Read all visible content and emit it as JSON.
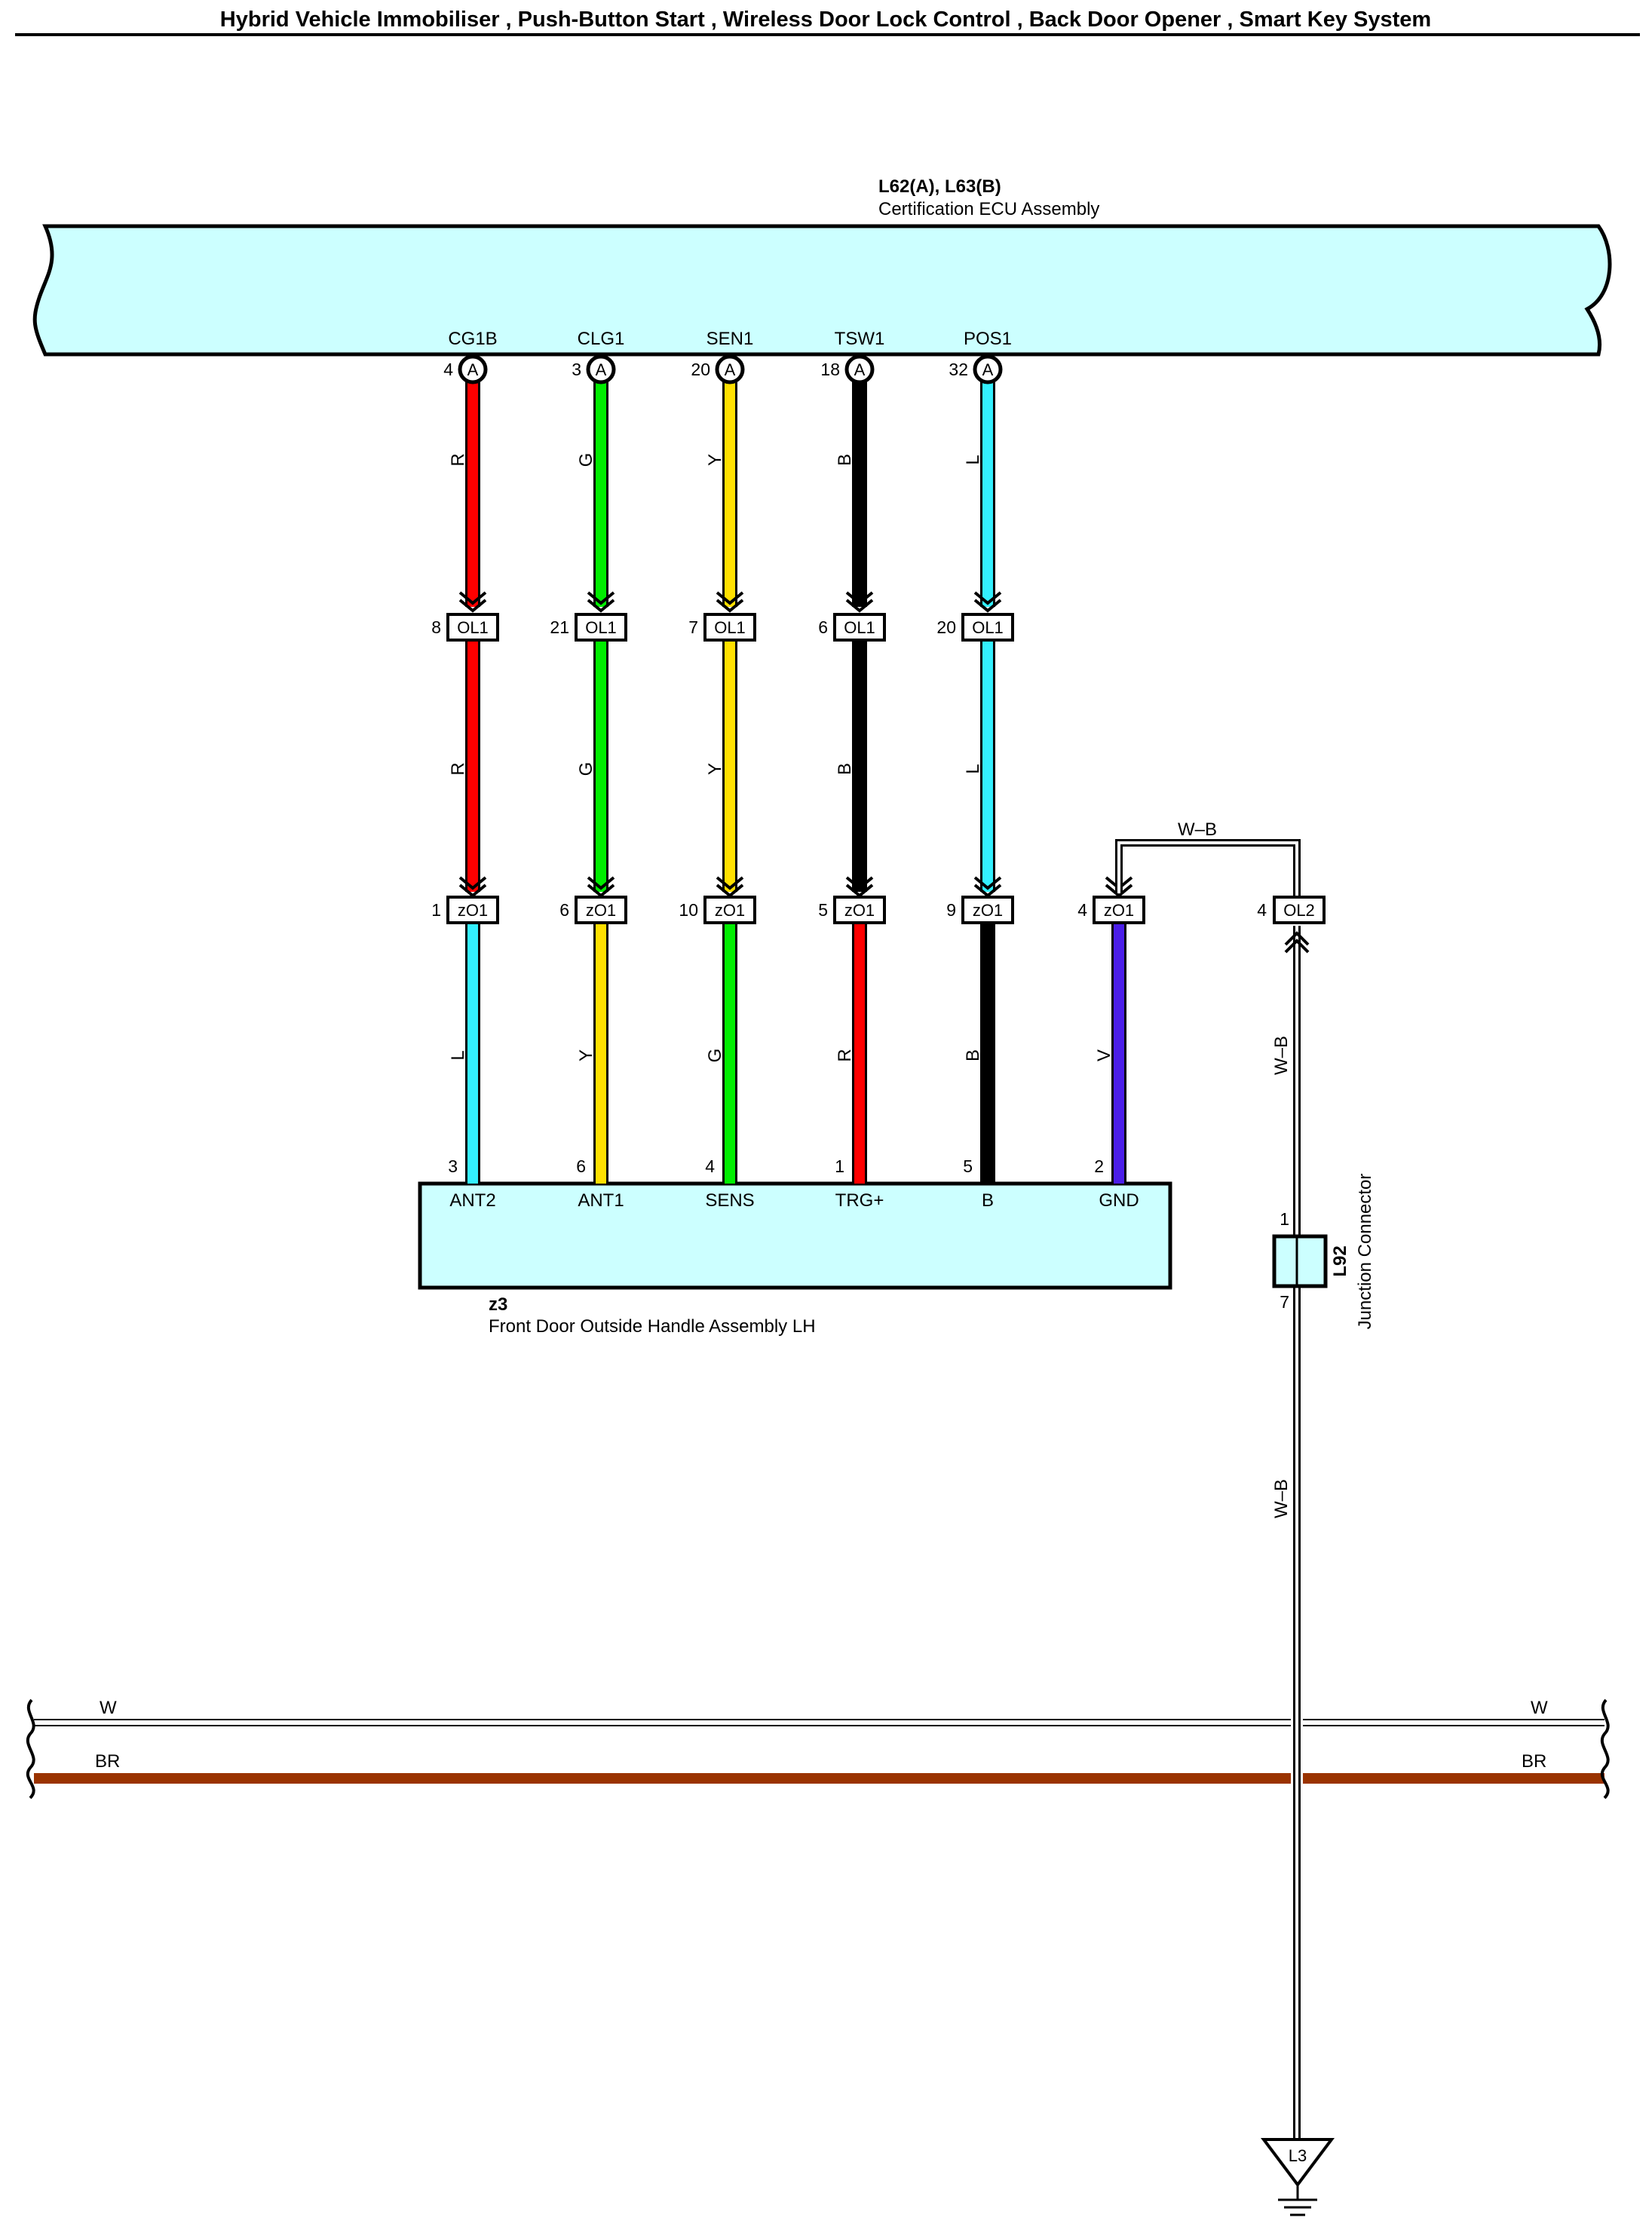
{
  "title": "Hybrid Vehicle Immobiliser , Push-Button Start , Wireless Door Lock Control , Back Door Opener , Smart Key System",
  "colors": {
    "R": "#ff0000",
    "G": "#00ee00",
    "Y": "#ffe000",
    "B": "#000000",
    "L": "#33f0ff",
    "V": "#4b1ee8",
    "BR": "#9a3300",
    "W": "#ffffff",
    "component_fill": "#ccffff"
  },
  "ecu": {
    "ref": "L62(A), L63(B)",
    "name": "Certification ECU Assembly"
  },
  "handle": {
    "ref": "z3",
    "name": "Front Door Outside Handle Assembly LH"
  },
  "junction": {
    "ref": "L92",
    "name": "Junction Connector",
    "pin_top": "1",
    "pin_bottom": "7"
  },
  "ground": {
    "label": "L3"
  },
  "circuits": [
    {
      "ecu_terminal": "CG1B",
      "ecu_pin": "4",
      "ecu_conn": "A",
      "upper_color": "R",
      "mid_pin": "8",
      "mid_conn": "OL1",
      "middle_color": "R",
      "low_pin": "1",
      "low_conn": "zO1",
      "lower_color": "L",
      "handle_pin": "3",
      "handle_terminal": "ANT2"
    },
    {
      "ecu_terminal": "CLG1",
      "ecu_pin": "3",
      "ecu_conn": "A",
      "upper_color": "G",
      "mid_pin": "21",
      "mid_conn": "OL1",
      "middle_color": "G",
      "low_pin": "6",
      "low_conn": "zO1",
      "lower_color": "Y",
      "handle_pin": "6",
      "handle_terminal": "ANT1"
    },
    {
      "ecu_terminal": "SEN1",
      "ecu_pin": "20",
      "ecu_conn": "A",
      "upper_color": "Y",
      "mid_pin": "7",
      "mid_conn": "OL1",
      "middle_color": "Y",
      "low_pin": "10",
      "low_conn": "zO1",
      "lower_color": "G",
      "handle_pin": "4",
      "handle_terminal": "SENS"
    },
    {
      "ecu_terminal": "TSW1",
      "ecu_pin": "18",
      "ecu_conn": "A",
      "upper_color": "B",
      "mid_pin": "6",
      "mid_conn": "OL1",
      "middle_color": "B",
      "low_pin": "5",
      "low_conn": "zO1",
      "lower_color": "R",
      "handle_pin": "1",
      "handle_terminal": "TRG+"
    },
    {
      "ecu_terminal": "POS1",
      "ecu_pin": "32",
      "ecu_conn": "A",
      "upper_color": "L",
      "mid_pin": "20",
      "mid_conn": "OL1",
      "middle_color": "L",
      "low_pin": "9",
      "low_conn": "zO1",
      "lower_color": "B",
      "handle_pin": "5",
      "handle_terminal": "B"
    }
  ],
  "gnd_circuit": {
    "low_pin": "4",
    "low_conn": "zO1",
    "lower_color": "V",
    "handle_pin": "2",
    "handle_terminal": "GND",
    "bridge_label": "W–B",
    "ol2_pin": "4",
    "ol2_conn": "OL2",
    "wire_label_upper": "W–B",
    "wire_label_lower": "W–B"
  },
  "bus": {
    "w_label_left": "W",
    "w_label_right": "W",
    "br_label_left": "BR",
    "br_label_right": "BR"
  }
}
